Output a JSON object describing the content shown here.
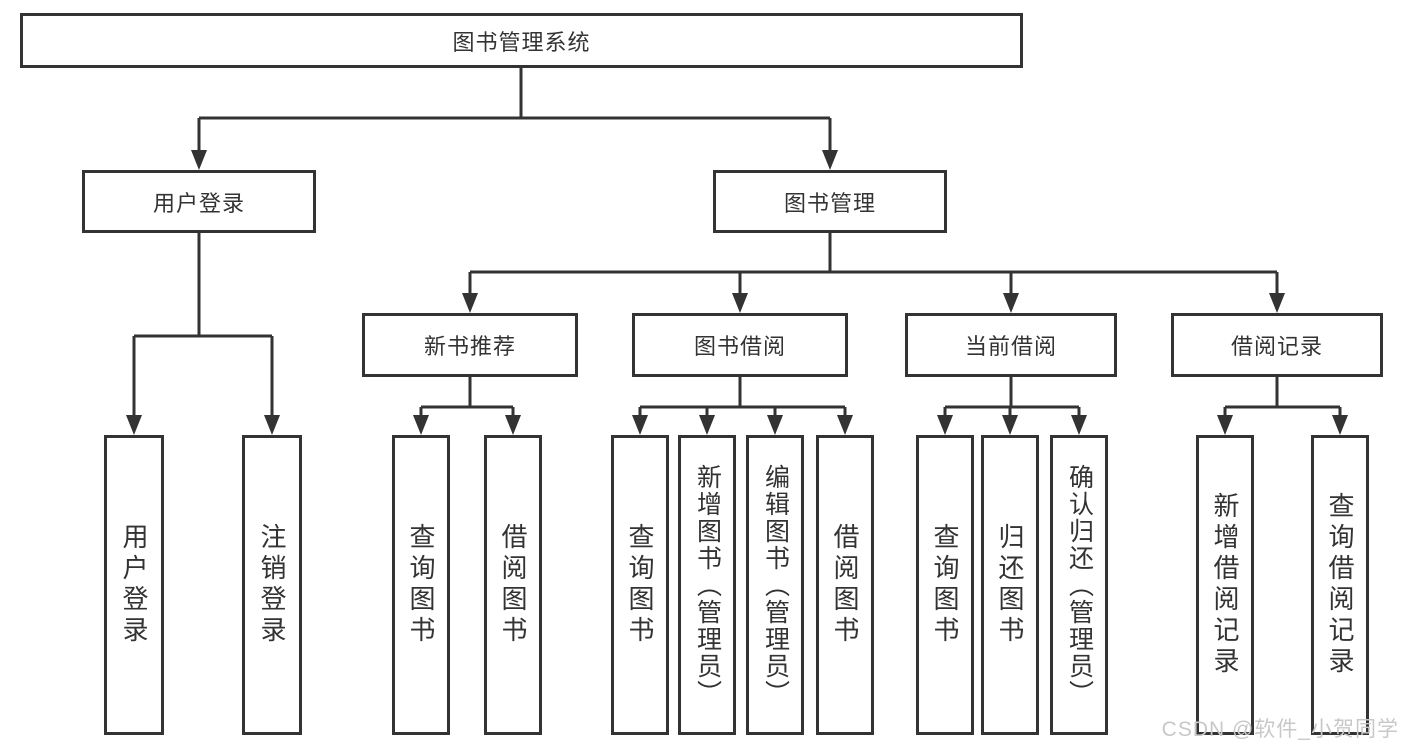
{
  "diagram": {
    "root": {
      "label": "图书管理系统"
    },
    "level2": [
      {
        "label": "用户登录"
      },
      {
        "label": "图书管理"
      }
    ],
    "level3": [
      {
        "label": "新书推荐"
      },
      {
        "label": "图书借阅"
      },
      {
        "label": "当前借阅"
      },
      {
        "label": "借阅记录"
      }
    ],
    "leaves": {
      "user_login": [
        {
          "label": "用户登录"
        },
        {
          "label": "注销登录"
        }
      ],
      "new_book": [
        {
          "label": "查询图书"
        },
        {
          "label": "借阅图书"
        }
      ],
      "book_borrow": [
        {
          "label": "查询图书"
        },
        {
          "label": "新增图书（管理员）"
        },
        {
          "label": "编辑图书（管理员）"
        },
        {
          "label": "借阅图书"
        }
      ],
      "current_borrow": [
        {
          "label": "查询图书"
        },
        {
          "label": "归还图书"
        },
        {
          "label": "确认归还（管理员）"
        }
      ],
      "borrow_records": [
        {
          "label": "新增借阅记录"
        },
        {
          "label": "查询借阅记录"
        }
      ]
    }
  },
  "watermark": "CSDN @软件_小贺同学",
  "colors": {
    "line": "#333333",
    "background": "#ffffff",
    "watermark": "#c8c8c8"
  }
}
